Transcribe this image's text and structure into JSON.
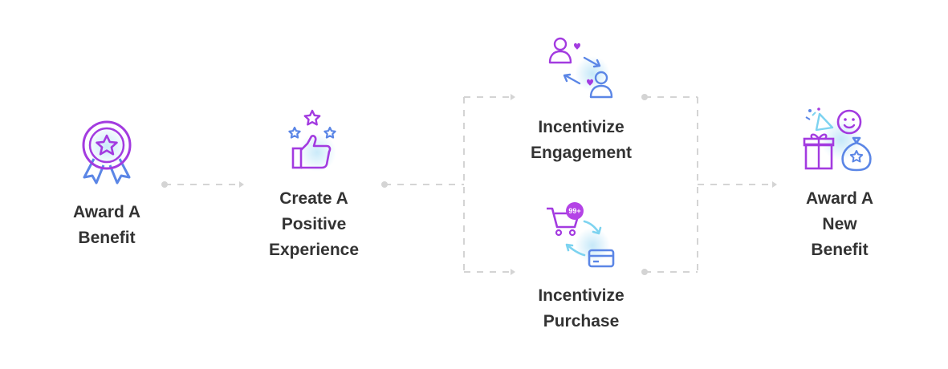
{
  "colors": {
    "purple": "#a33be0",
    "blue": "#5b86e6",
    "cyan": "#7dd3f0",
    "text": "#333333",
    "connector": "#d4d4d4",
    "badge_bg": "#b443e6",
    "badge_text": "#ffffff"
  },
  "steps": [
    {
      "id": "award-benefit",
      "lines": [
        "Award A",
        "Benefit"
      ],
      "icon": "award-medal-icon"
    },
    {
      "id": "positive-experience",
      "lines": [
        "Create A",
        "Positive",
        "Experience"
      ],
      "icon": "thumbs-up-stars-icon"
    },
    {
      "id": "incentivize-engagement",
      "lines": [
        "Incentivize",
        "Engagement"
      ],
      "icon": "user-exchange-icon"
    },
    {
      "id": "incentivize-purchase",
      "lines": [
        "Incentivize",
        "Purchase"
      ],
      "icon": "cart-card-exchange-icon",
      "badge": "99+"
    },
    {
      "id": "award-new-benefit",
      "lines": [
        "Award A",
        "New",
        "Benefit"
      ],
      "icon": "gift-moneybag-icon"
    }
  ]
}
